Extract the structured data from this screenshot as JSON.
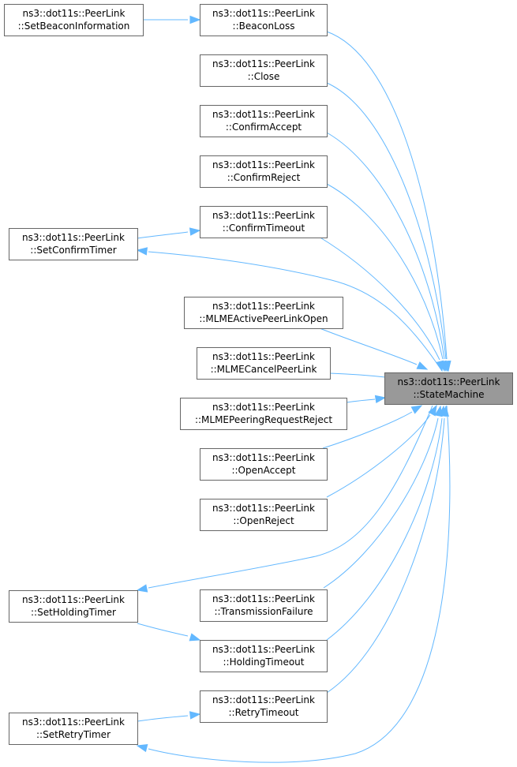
{
  "colors": {
    "edge": "#63b8ff",
    "node_border": "#666666",
    "node_fill": "#ffffff",
    "focus_fill": "#999999"
  },
  "nodes": {
    "state_machine": [
      "ns3::dot11s::PeerLink",
      "::StateMachine"
    ],
    "beacon_loss": [
      "ns3::dot11s::PeerLink",
      "::BeaconLoss"
    ],
    "close": [
      "ns3::dot11s::PeerLink",
      "::Close"
    ],
    "confirm_accept": [
      "ns3::dot11s::PeerLink",
      "::ConfirmAccept"
    ],
    "confirm_reject": [
      "ns3::dot11s::PeerLink",
      "::ConfirmReject"
    ],
    "confirm_timeout": [
      "ns3::dot11s::PeerLink",
      "::ConfirmTimeout"
    ],
    "mlme_active_open": [
      "ns3::dot11s::PeerLink",
      "::MLMEActivePeerLinkOpen"
    ],
    "mlme_cancel": [
      "ns3::dot11s::PeerLink",
      "::MLMECancelPeerLink"
    ],
    "mlme_reject": [
      "ns3::dot11s::PeerLink",
      "::MLMEPeeringRequestReject"
    ],
    "open_accept": [
      "ns3::dot11s::PeerLink",
      "::OpenAccept"
    ],
    "open_reject": [
      "ns3::dot11s::PeerLink",
      "::OpenReject"
    ],
    "transmission_fail": [
      "ns3::dot11s::PeerLink",
      "::TransmissionFailure"
    ],
    "holding_timeout": [
      "ns3::dot11s::PeerLink",
      "::HoldingTimeout"
    ],
    "retry_timeout": [
      "ns3::dot11s::PeerLink",
      "::RetryTimeout"
    ],
    "set_beacon_info": [
      "ns3::dot11s::PeerLink",
      "::SetBeaconInformation"
    ],
    "set_confirm_timer": [
      "ns3::dot11s::PeerLink",
      "::SetConfirmTimer"
    ],
    "set_holding_timer": [
      "ns3::dot11s::PeerLink",
      "::SetHoldingTimer"
    ],
    "set_retry_timer": [
      "ns3::dot11s::PeerLink",
      "::SetRetryTimer"
    ]
  },
  "edges": [
    [
      "beacon_loss",
      "state_machine"
    ],
    [
      "close",
      "state_machine"
    ],
    [
      "confirm_accept",
      "state_machine"
    ],
    [
      "confirm_reject",
      "state_machine"
    ],
    [
      "confirm_timeout",
      "state_machine"
    ],
    [
      "mlme_active_open",
      "state_machine"
    ],
    [
      "mlme_cancel",
      "state_machine"
    ],
    [
      "mlme_reject",
      "state_machine"
    ],
    [
      "open_accept",
      "state_machine"
    ],
    [
      "open_reject",
      "state_machine"
    ],
    [
      "transmission_fail",
      "state_machine"
    ],
    [
      "holding_timeout",
      "state_machine"
    ],
    [
      "retry_timeout",
      "state_machine"
    ],
    [
      "state_machine",
      "set_confirm_timer"
    ],
    [
      "state_machine",
      "set_holding_timer"
    ],
    [
      "state_machine",
      "set_retry_timer"
    ],
    [
      "set_beacon_info",
      "beacon_loss"
    ],
    [
      "set_confirm_timer",
      "confirm_timeout"
    ],
    [
      "set_holding_timer",
      "holding_timeout"
    ],
    [
      "set_retry_timer",
      "retry_timeout"
    ]
  ]
}
